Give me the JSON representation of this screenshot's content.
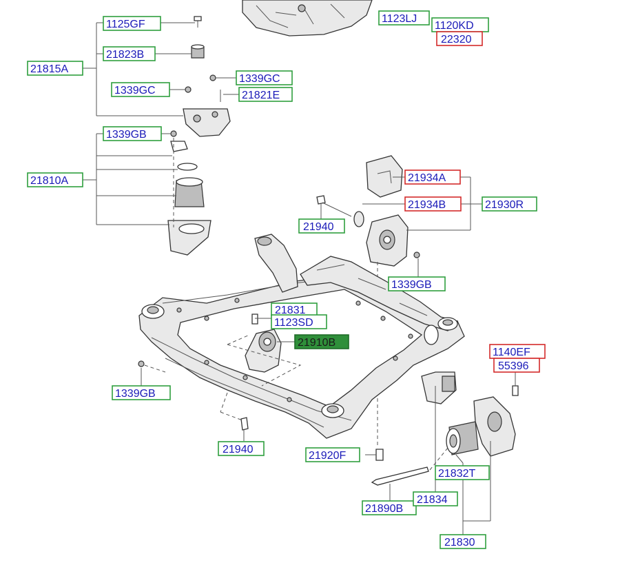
{
  "labels": {
    "l1125GF": "1125GF",
    "l21823B": "21823B",
    "l21815A": "21815A",
    "l1339GC_right": "1339GC",
    "l1339GC_left": "1339GC",
    "l21821E": "21821E",
    "l1339GB_top": "1339GB",
    "l21810A": "21810A",
    "l1123LJ": "1123LJ",
    "l1120KD": "1120KD",
    "l22320": "22320",
    "l21934A": "21934A",
    "l21934B": "21934B",
    "l21930R": "21930R",
    "l21940_top": "21940",
    "l1339GB_mid": "1339GB",
    "l21831": "21831",
    "l1123SD": "1123SD",
    "l21910B": "21910B",
    "l1140EF": "1140EF",
    "l55396": "55396",
    "l1339GB_bottom": "1339GB",
    "l21940_bottom": "21940",
    "l21920F": "21920F",
    "l21832T": "21832T",
    "l21890B": "21890B",
    "l21834": "21834",
    "l21830": "21830"
  },
  "colors": {
    "label_text": "#1a1ab8",
    "box_green": "#2e9e3e",
    "box_red": "#d42a2a",
    "highlight_fill": "#2f8f3a"
  }
}
